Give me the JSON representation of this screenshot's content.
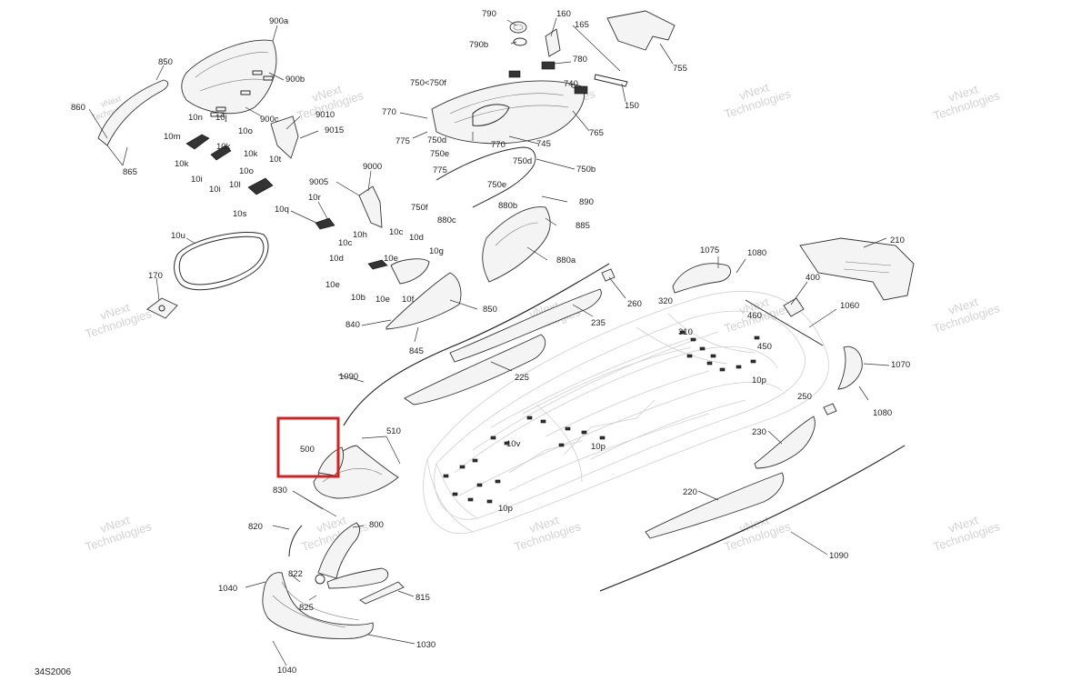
{
  "diagram_code": "34S2006",
  "watermark": {
    "line1": "vNext",
    "line2": "Technologies"
  },
  "highlight": {
    "label": "500",
    "color": "#d62020"
  },
  "labels": {
    "l900a": "900a",
    "l900b": "900b",
    "l900c": "900c",
    "l850a": "850",
    "l860": "860",
    "l865": "865",
    "l10n": "10n",
    "l10j": "10j",
    "l10m": "10m",
    "l10o1": "10o",
    "l10k1": "10k",
    "l10k2": "10k",
    "l10o2": "10o",
    "l10i1": "10i",
    "l10i2": "10i",
    "l10l": "10l",
    "l10t": "10t",
    "l10s": "10s",
    "l9010": "9010",
    "l9015": "9015",
    "l9005": "9005",
    "l9000": "9000",
    "l10r": "10r",
    "l10q": "10q",
    "l10u": "10u",
    "l170": "170",
    "l10h": "10h",
    "l10c1": "10c",
    "l10c2": "10c",
    "l10d1": "10d",
    "l10d2": "10d",
    "l10g": "10g",
    "l10e1": "10e",
    "l10e2": "10e",
    "l10b": "10b",
    "l10f": "10f",
    "l850b": "850",
    "l840": "840",
    "l845": "845",
    "l790": "790",
    "l790b": "790b",
    "l160": "160",
    "l165": "165",
    "l755": "755",
    "l780": "780",
    "l740": "740",
    "l150": "150",
    "l750": "750<750f",
    "l770a": "770",
    "l775a": "775",
    "l750d1": "750d",
    "l750e1": "750e",
    "l770b": "770",
    "l745": "745",
    "l765": "765",
    "l750d2": "750d",
    "l750b": "750b",
    "l775b": "775",
    "l750e2": "750e",
    "l750f": "750f",
    "l880b": "880b",
    "l890": "890",
    "l880c": "880c",
    "l885": "885",
    "l880a": "880a",
    "l210": "210",
    "l1075": "1075",
    "l1080a": "1080",
    "l400": "400",
    "l320": "320",
    "l1060": "1060",
    "l460": "460",
    "l310": "310",
    "l450": "450",
    "l260": "260",
    "l235": "235",
    "l225": "225",
    "l1090a": "1090",
    "l1070": "1070",
    "l10p1": "10p",
    "l250": "250",
    "l1080b": "1080",
    "l510": "510",
    "l500": "500",
    "l10v": "10v",
    "l10p2": "10p",
    "l230": "230",
    "l10p3": "10p",
    "l220": "220",
    "l830": "830",
    "l820": "820",
    "l800": "800",
    "l822": "822",
    "l1040a": "1040",
    "l825": "825",
    "l815": "815",
    "l1030": "1030",
    "l1040b": "1040",
    "l1090b": "1090"
  }
}
